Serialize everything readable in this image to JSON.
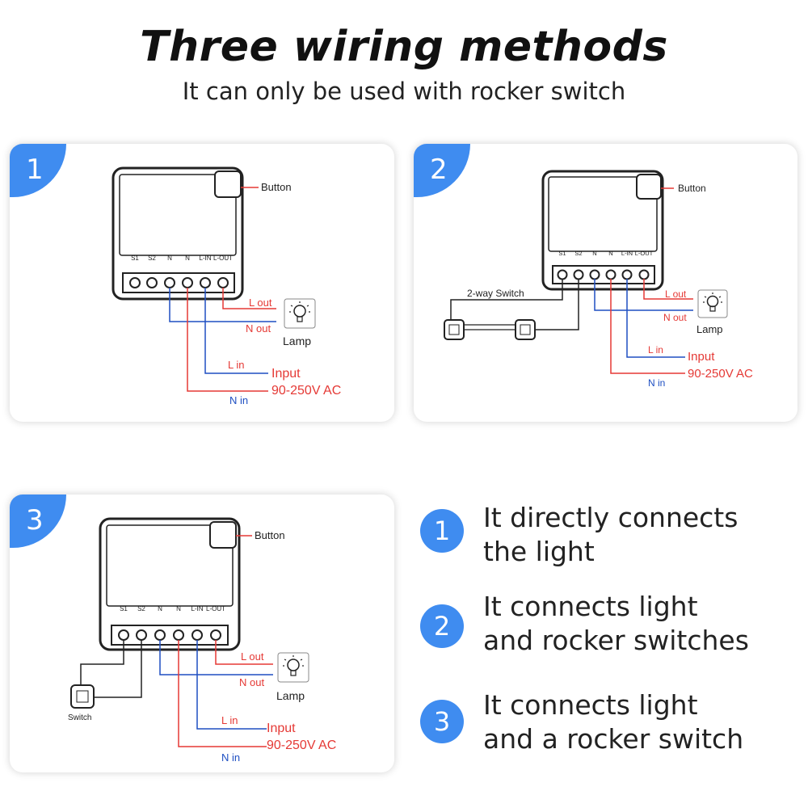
{
  "title": "Three wiring methods",
  "subtitle": "It can only be used with rocker switch",
  "colors": {
    "accent": "#3f8cf0",
    "live": "#e53935",
    "neutral": "#1e4fc2",
    "line": "#222222"
  },
  "diagrams": [
    {
      "number": "1",
      "button_label": "Button",
      "terminals": [
        "S1",
        "S2",
        "N",
        "N",
        "L-IN",
        "L-OUT"
      ],
      "l_out": "L out",
      "n_out": "N out",
      "lamp": "Lamp",
      "l_in": "L in",
      "input": "Input",
      "voltage": "90-250V AC",
      "n_in": "N in"
    },
    {
      "number": "2",
      "button_label": "Button",
      "terminals": [
        "S1",
        "S2",
        "N",
        "N",
        "L-IN",
        "L-OUT"
      ],
      "switch_label": "2-way Switch",
      "l_out": "L out",
      "n_out": "N out",
      "lamp": "Lamp",
      "l_in": "L in",
      "input": "Input",
      "voltage": "90-250V AC",
      "n_in": "N in"
    },
    {
      "number": "3",
      "button_label": "Button",
      "terminals": [
        "S1",
        "S2",
        "N",
        "N",
        "L-IN",
        "L-OUT"
      ],
      "switch_label": "Switch",
      "l_out": "L out",
      "n_out": "N out",
      "lamp": "Lamp",
      "l_in": "L in",
      "input": "Input",
      "voltage": "90-250V AC",
      "n_in": "N in"
    }
  ],
  "legend": [
    {
      "number": "1",
      "text_line1": "It directly connects",
      "text_line2": "the light"
    },
    {
      "number": "2",
      "text_line1": "It connects light",
      "text_line2": "and rocker switches"
    },
    {
      "number": "3",
      "text_line1": "It connects light",
      "text_line2": "and a rocker switch"
    }
  ]
}
